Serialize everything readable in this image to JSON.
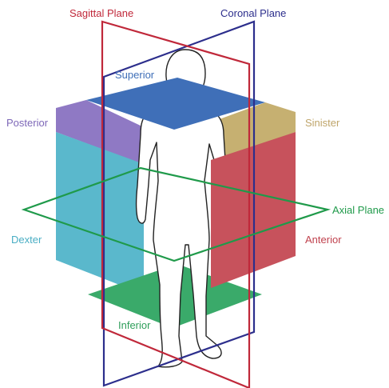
{
  "labels": {
    "sagittal_plane": "Sagittal Plane",
    "coronal_plane": "Coronal Plane",
    "axial_plane": "Axial Plane",
    "superior": "Superior",
    "inferior": "Inferior",
    "posterior": "Posterior",
    "anterior": "Anterior",
    "dexter": "Dexter",
    "sinister": "Sinister"
  },
  "colors": {
    "sagittal": "#c0283a",
    "coronal": "#2c2e8c",
    "axial": "#1f9a4a",
    "superior": "#3f6fb8",
    "inferior": "#3aaa6a",
    "posterior": "#8f79c4",
    "anterior": "#c7525c",
    "dexter": "#5ab8cc",
    "sinister": "#c6b071",
    "superior_label": "#3f6fb8",
    "inferior_label": "#2f9e5a",
    "posterior_label": "#7e68b8",
    "anterior_label": "#c0424e",
    "dexter_label": "#4aaec4",
    "sinister_label": "#bfa56a"
  }
}
